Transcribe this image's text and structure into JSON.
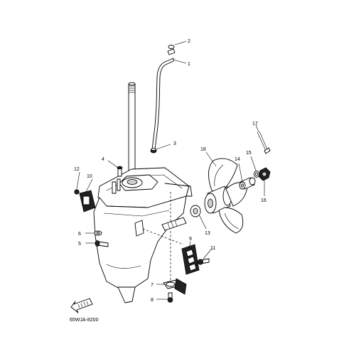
{
  "drawing_code": "65WJA-8200",
  "callouts": [
    {
      "id": "c1",
      "label": "1"
    },
    {
      "id": "c2",
      "label": "2"
    },
    {
      "id": "c3",
      "label": "3"
    },
    {
      "id": "c4",
      "label": "4"
    },
    {
      "id": "c5",
      "label": "5"
    },
    {
      "id": "c6",
      "label": "6"
    },
    {
      "id": "c7",
      "label": "7"
    },
    {
      "id": "c8",
      "label": "8"
    },
    {
      "id": "c9",
      "label": "9"
    },
    {
      "id": "c10",
      "label": "10"
    },
    {
      "id": "c11",
      "label": "11"
    },
    {
      "id": "c12",
      "label": "12"
    },
    {
      "id": "c13",
      "label": "13"
    },
    {
      "id": "c14",
      "label": "14"
    },
    {
      "id": "c15",
      "label": "15"
    },
    {
      "id": "c16",
      "label": "16"
    },
    {
      "id": "c17",
      "label": "17"
    },
    {
      "id": "c18",
      "label": "18"
    }
  ],
  "front_arrow_icon": "front-arrow-icon"
}
